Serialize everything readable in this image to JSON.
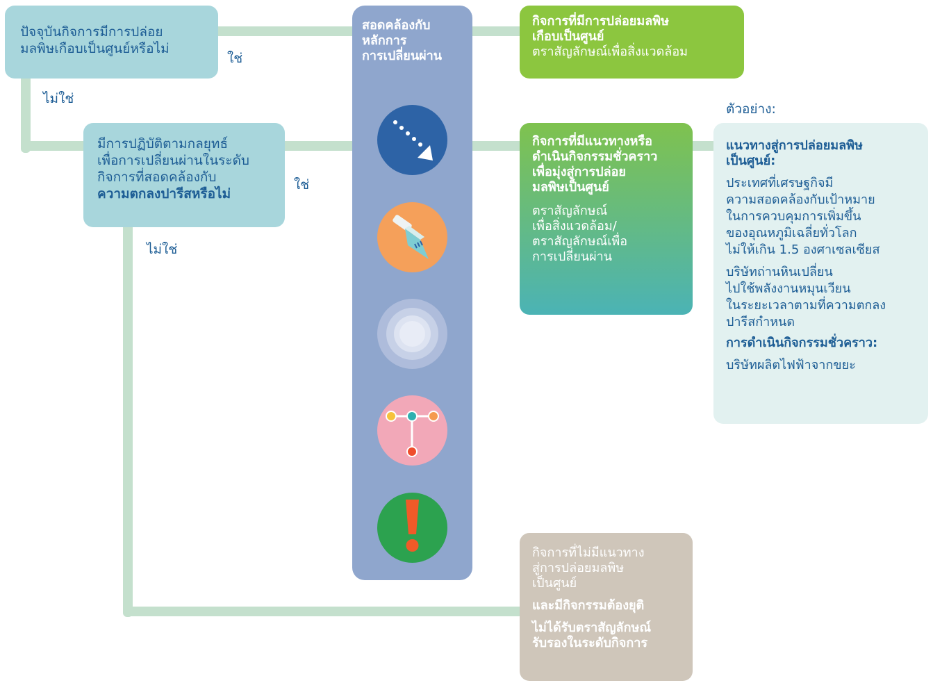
{
  "question1": {
    "line1": "ปัจจุบันกิจการมีการปล่อย",
    "line2": "มลพิษเกือบเป็นศูนย์หรือไม่"
  },
  "question2": {
    "line1": "มีการปฏิบัติตามกลยุทธ์",
    "line2": "เพื่อการเปลี่ยนผ่านในระดับ",
    "line3": "กิจการที่สอดคล้องกับ",
    "line4": "ความตกลงปารีสหรือไม่"
  },
  "labels": {
    "yes1": "ใช่",
    "no1": "ไม่ใช่",
    "yes2": "ใช่",
    "no2": "ไม่ใช่"
  },
  "column": {
    "line1": "สอดคล้องกับ",
    "line2": "หลักการ",
    "line3": "การเปลี่ยนผ่าน"
  },
  "icons": [
    "arrow-dotted-icon",
    "flask-icon",
    "concentric-circles-icon",
    "branch-network-icon",
    "exclamation-icon"
  ],
  "result_green": {
    "line1": "กิจการที่มีการปล่อยมลพิษ",
    "line2": "เกือบเป็นศูนย์",
    "line3": "ตราสัญลักษณ์เพื่อสิ่งแวดล้อม"
  },
  "result_teal": {
    "line1": "กิจการที่มีแนวทางหรือ",
    "line2": "ดำเนินกิจกรรมชั่วคราว",
    "line3": "เพื่อมุ่งสู่การปล่อย",
    "line4": "มลพิษเป็นศูนย์",
    "line5": "ตราสัญลักษณ์",
    "line6": "เพื่อสิ่งแวดล้อม/",
    "line7": "ตราสัญลักษณ์เพื่อ",
    "line8": "การเปลี่ยนผ่าน"
  },
  "result_beige": {
    "line1": "กิจการที่ไม่มีแนวทาง",
    "line2": "สู่การปล่อยมลพิษ",
    "line3": "เป็นศูนย์",
    "line4": "และมีกิจกรรมต้องยุติ",
    "line5": "ไม่ได้รับตราสัญลักษณ์",
    "line6": "รับรองในระดับกิจการ"
  },
  "example": {
    "caption": "ตัวอย่าง:",
    "heading1a": "แนวทางสู่การปล่อยมลพิษ",
    "heading1b": "เป็นศูนย์:",
    "p1a": "ประเทศที่เศรษฐกิจมี",
    "p1b": "ความสอดคล้องกับเป้าหมาย",
    "p1c": "ในการควบคุมการเพิ่มขึ้น",
    "p1d": "ของอุณหภูมิเฉลี่ยทั่วโลก",
    "p1e": "ไม่ให้เกิน 1.5 องศาเซลเซียส",
    "p2a": "บริษัทถ่านหินเปลี่ยน",
    "p2b": "ไปใช้พลังงานหมุนเวียน",
    "p2c": "ในระยะเวลาตามที่ความตกลง",
    "p2d": "ปารีสกำหนด",
    "heading2": "การดำเนินกิจกรรมชั่วคราว:",
    "p3": "บริษัทผลิตไฟฟ้าจากขยะ"
  },
  "colors": {
    "question": "#a8d6dc",
    "column": "#8fa6cd",
    "green": "#8cc63f",
    "teal_top": "#7fc24e",
    "teal_bottom": "#4bb3b5",
    "beige": "#cfc6ba",
    "connector": "#c4e0cd",
    "text_blue": "#1d5d95"
  }
}
